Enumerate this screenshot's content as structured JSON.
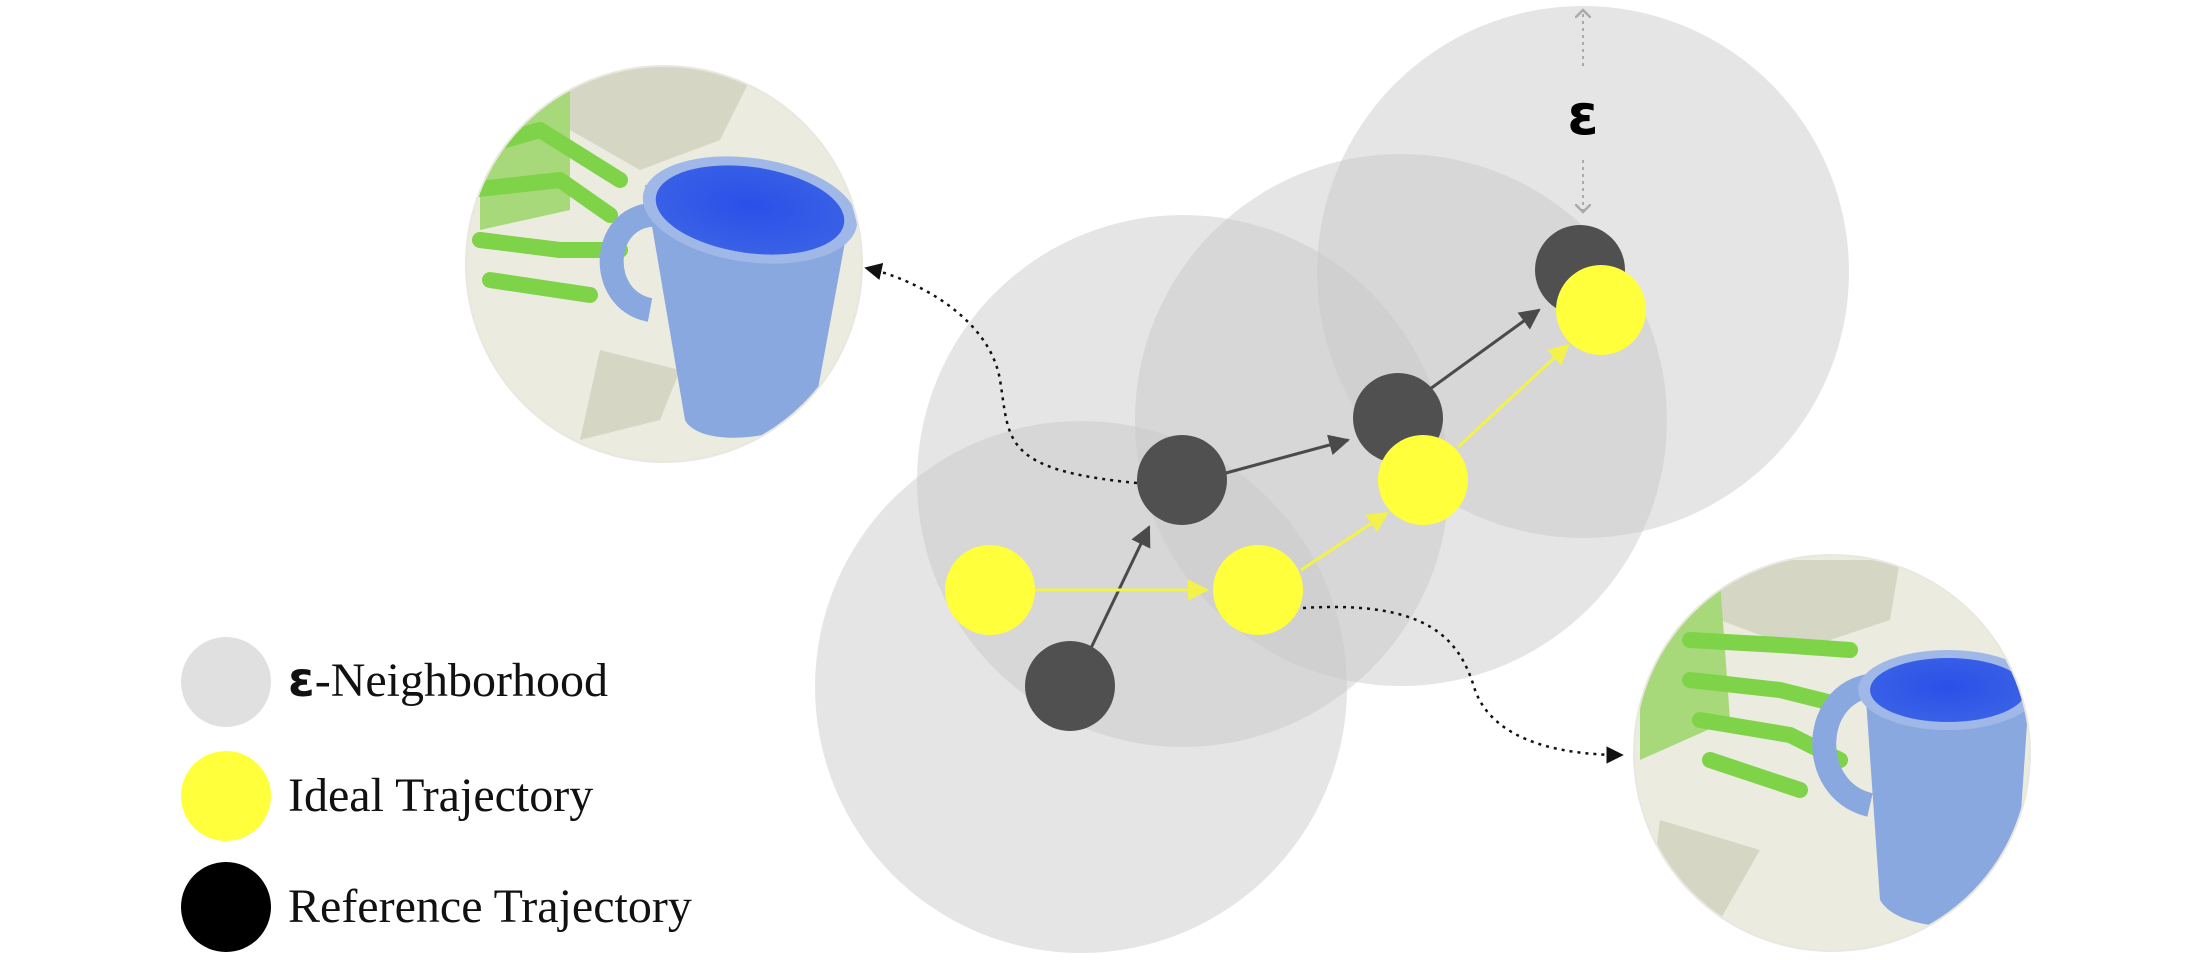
{
  "legend": {
    "neighborhood": {
      "symbol": "ε",
      "text": "-Neighborhood"
    },
    "ideal": "Ideal Trajectory",
    "reference": "Reference Trajectory"
  },
  "epsilon_symbol": "ε",
  "colors": {
    "neighborhood_fill": "#c8c8c8",
    "legend_neighborhood": "#e0e0e0",
    "ideal": "#ffff3c",
    "ideal_arrow": "#f2f24a",
    "reference": "#505050",
    "legend_reference": "#000000",
    "arrow_dark": "#4a4a4a",
    "mug": "#8aa8e0",
    "mug_inside": "#2f55e0",
    "gripper": "#7ed348",
    "table": "#ecebdf"
  },
  "icons": {
    "top_inset": "mug-grasp-render-top",
    "bottom_inset": "mug-grasp-render-bottom"
  }
}
